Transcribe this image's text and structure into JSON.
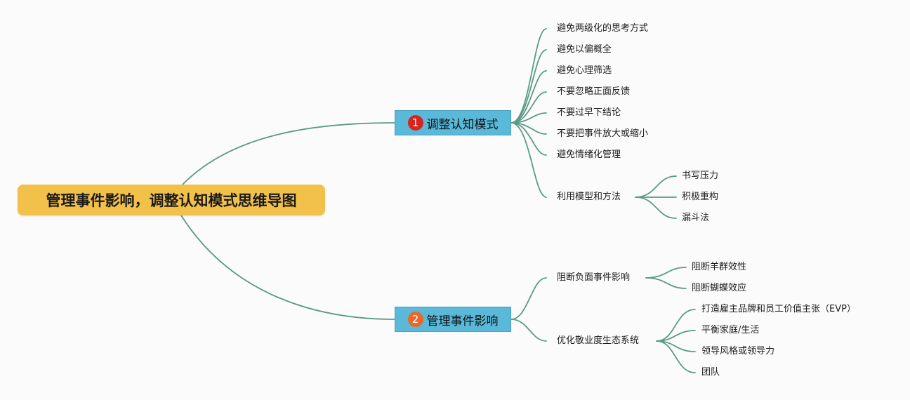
{
  "root": {
    "title": "管理事件影响，调整认知模式思维导图"
  },
  "branches": [
    {
      "badge": "1",
      "label": "调整认知模式",
      "children": [
        "避免两级化的思考方式",
        "避免以偏概全",
        "避免心理筛选",
        "不要忽略正面反馈",
        "不要过早下结论",
        "不要把事件放大或缩小",
        "避免情绪化管理",
        "利用模型和方法"
      ],
      "methods": [
        "书写压力",
        "积极重构",
        "漏斗法"
      ]
    },
    {
      "badge": "2",
      "label": "管理事件影响",
      "children": [
        "阻断负面事件影响",
        "优化敬业度生态系统"
      ],
      "block": [
        "阻断羊群效性",
        "阻断蝴蝶效应"
      ],
      "eco": [
        "打造雇主品牌和员工价值主张（EVP）",
        "平衡家庭/生活",
        "领导风格或领导力",
        "团队"
      ]
    }
  ],
  "colors": {
    "root": "#f2c14a",
    "branch": "#5ab8d8",
    "line": "#5a9a86",
    "badge1": "#d8241c",
    "badge2": "#e9672a"
  }
}
